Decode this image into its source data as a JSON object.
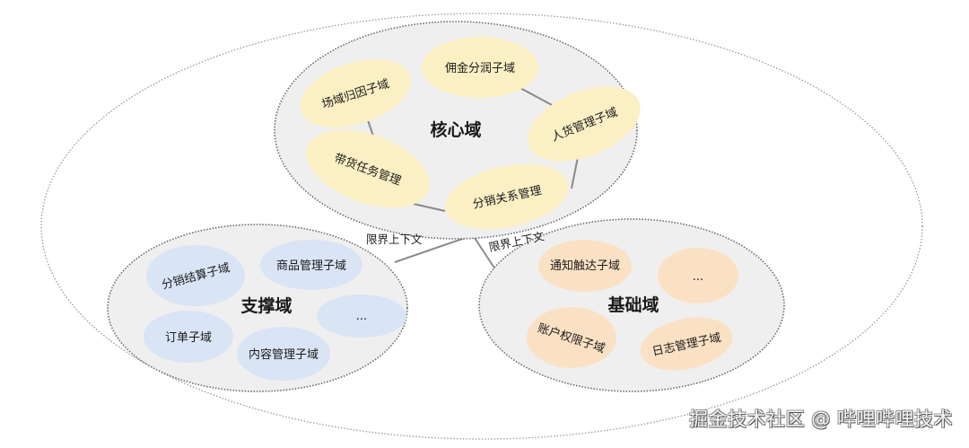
{
  "colors": {
    "core_fill": "#efefef",
    "support_fill": "#efefef",
    "base_fill": "#efefef",
    "core_sub": "#fbefc4",
    "support_sub": "#d9e4f5",
    "base_sub": "#fbe1c4",
    "outline": "#6a6a6a",
    "connector": "#8a8a8a"
  },
  "core": {
    "title": "核心域",
    "subdomains": [
      {
        "label": "佣金分润子域"
      },
      {
        "label": "场域归因子域"
      },
      {
        "label": "人货管理子域"
      },
      {
        "label": "带货任务管理"
      },
      {
        "label": "分销关系管理"
      }
    ]
  },
  "support": {
    "title": "支撑域",
    "subdomains": [
      {
        "label": "分销结算子域"
      },
      {
        "label": "商品管理子域"
      },
      {
        "label": "..."
      },
      {
        "label": "订单子域"
      },
      {
        "label": "内容管理子域"
      }
    ]
  },
  "base": {
    "title": "基础域",
    "subdomains": [
      {
        "label": "通知触达子域"
      },
      {
        "label": "..."
      },
      {
        "label": "账户权限子域"
      },
      {
        "label": "日志管理子域"
      }
    ]
  },
  "connectors": {
    "left_label": "限界上下文",
    "right_label": "限界上下文"
  },
  "watermark": "掘金技术社区 @ 哔哩哔哩技术"
}
